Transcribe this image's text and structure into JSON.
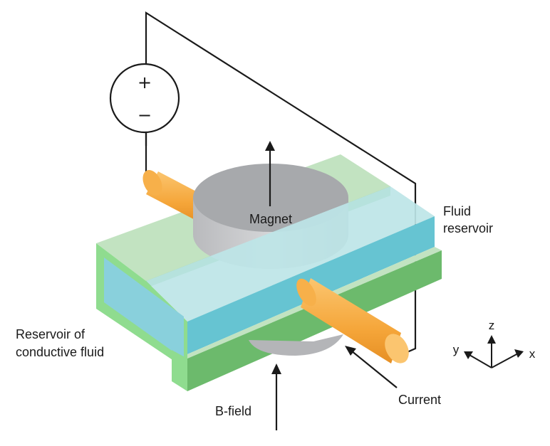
{
  "labels": {
    "magnet": "Magnet",
    "fluid_reservoir_line1": "Fluid",
    "fluid_reservoir_line2": "reservoir",
    "reservoir_line1": "Reservoir of",
    "reservoir_line2": "conductive fluid",
    "bfield": "B-field",
    "current": "Current"
  },
  "source": {
    "plus": "+",
    "minus": "−"
  },
  "axes": {
    "z": "z",
    "y": "y",
    "x": "x"
  },
  "colors": {
    "green_top": "#c2e3c1",
    "green_front": "#6cba6c",
    "green_dark": "#4fa24f",
    "cyan_top": "#bde5e7",
    "cyan_front": "#66c4d2",
    "magnet_top": "#a7a9ac",
    "magnet_side": "#c8c9cb",
    "electrode": "#f5a63a",
    "electrode_light": "#fbc56f",
    "wire": "#1a1a1a"
  }
}
